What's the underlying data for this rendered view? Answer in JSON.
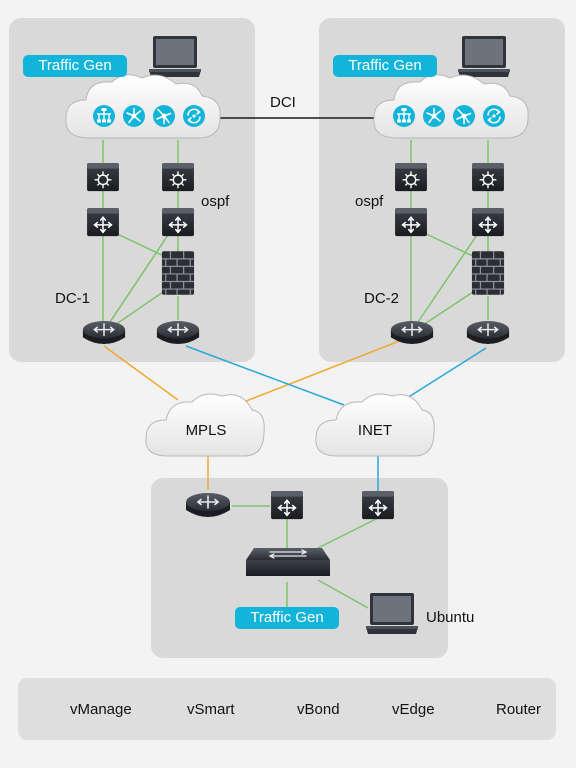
{
  "diagram": {
    "dc1": {
      "label": "DC-1",
      "traffic_gen": "Traffic Gen",
      "protocol": "ospf"
    },
    "dc2": {
      "label": "DC-2",
      "traffic_gen": "Traffic Gen",
      "protocol": "ospf"
    },
    "dci_label": "DCI",
    "clouds": {
      "mpls": "MPLS",
      "inet": "INET"
    },
    "branch": {
      "traffic_gen": "Traffic Gen",
      "host": "Ubuntu"
    }
  },
  "legend": {
    "vmanage": "vManage",
    "vsmart": "vSmart",
    "vbond": "vBond",
    "vedge": "vEdge",
    "router": "Router"
  },
  "colors": {
    "mpls_link": "#f0a830",
    "inet_link": "#29a9d6",
    "lan_link": "#7cc46b",
    "accent": "#13b4d9"
  }
}
